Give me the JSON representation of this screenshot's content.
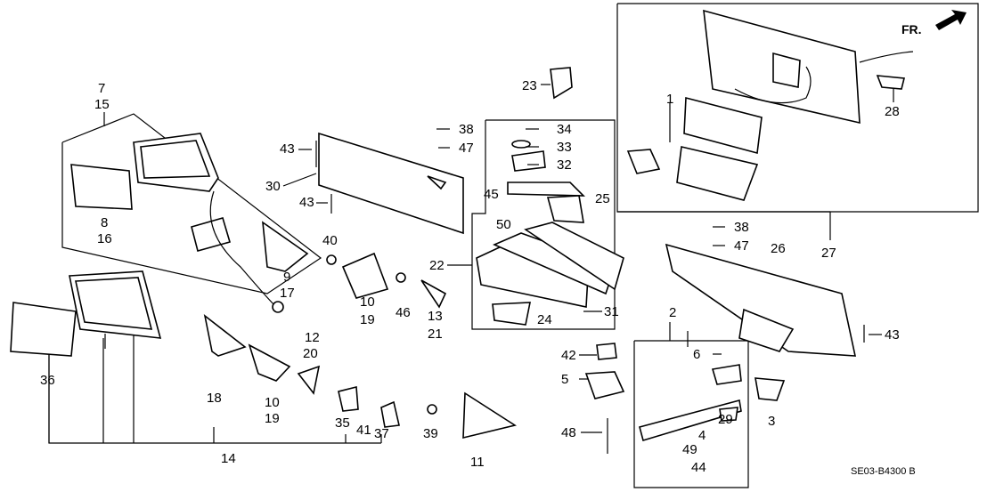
{
  "diagram": {
    "code": "SE03-B4300 B",
    "direction_label": "FR.",
    "callouts": [
      "1",
      "2",
      "3",
      "4",
      "5",
      "6",
      "7",
      "8",
      "9",
      "10",
      "11",
      "12",
      "13",
      "14",
      "15",
      "16",
      "17",
      "18",
      "19",
      "20",
      "21",
      "22",
      "23",
      "24",
      "25",
      "26",
      "27",
      "28",
      "29",
      "30",
      "31",
      "32",
      "33",
      "34",
      "35",
      "36",
      "37",
      "38",
      "39",
      "40",
      "41",
      "42",
      "43",
      "44",
      "45",
      "46",
      "47",
      "48",
      "49",
      "50"
    ],
    "labels": {
      "p1": "1",
      "p2": "2",
      "p3": "3",
      "p4": "4",
      "p5": "5",
      "p6": "6",
      "p7": "7",
      "p8": "8",
      "p9": "9",
      "p10a": "10",
      "p10b": "10",
      "p11": "11",
      "p12": "12",
      "p13": "13",
      "p14": "14",
      "p15": "15",
      "p16": "16",
      "p17": "17",
      "p18": "18",
      "p19a": "19",
      "p19b": "19",
      "p20": "20",
      "p21": "21",
      "p22": "22",
      "p23": "23",
      "p24": "24",
      "p25": "25",
      "p26": "26",
      "p27": "27",
      "p28": "28",
      "p29": "29",
      "p30": "30",
      "p31": "31",
      "p32": "32",
      "p33": "33",
      "p34": "34",
      "p35": "35",
      "p36": "36",
      "p37": "37",
      "p38a": "38",
      "p38b": "38",
      "p39": "39",
      "p40": "40",
      "p41": "41",
      "p42": "42",
      "p43a": "43",
      "p43b": "43",
      "p43c": "43",
      "p44": "44",
      "p45": "45",
      "p46": "46",
      "p47a": "47",
      "p47b": "47",
      "p48": "48",
      "p49": "49",
      "p50": "50"
    }
  }
}
